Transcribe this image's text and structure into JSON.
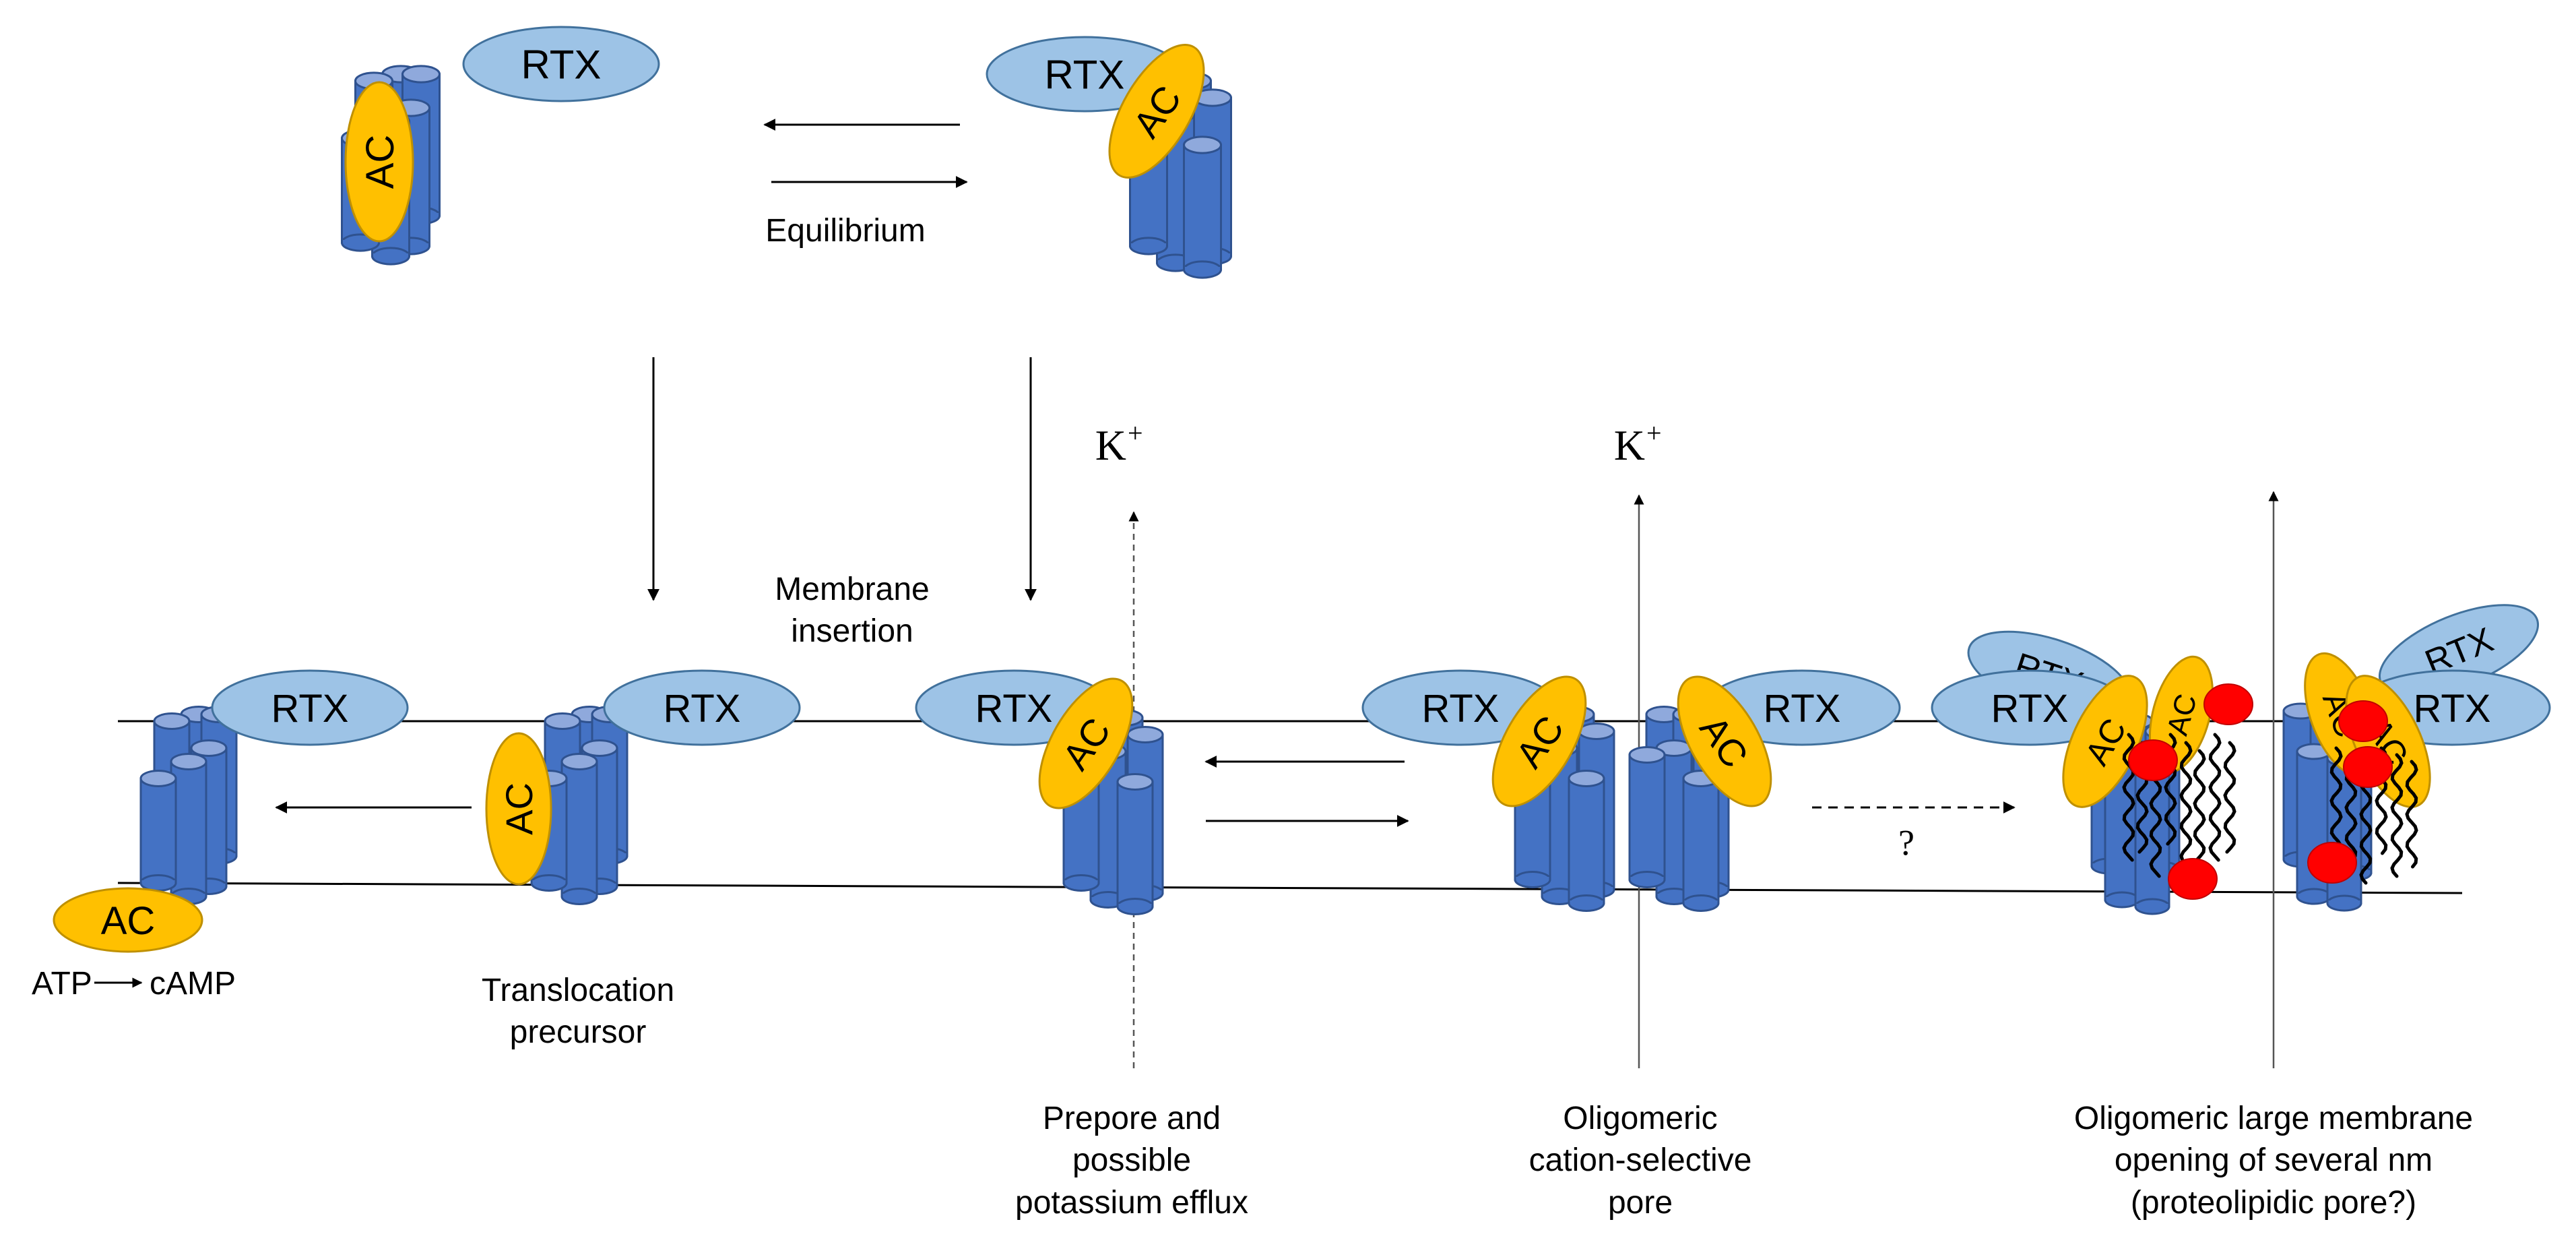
{
  "colors": {
    "helix_fill": "#4472c4",
    "helix_top": "#8fa9dc",
    "helix_stroke": "#2f528f",
    "rtx_fill": "#9dc3e6",
    "rtx_stroke": "#41719c",
    "ac_fill": "#ffc000",
    "ac_stroke": "#bf9000",
    "lipid_red": "#ff0000",
    "line": "#000000",
    "axis_line": "#555555"
  },
  "domains": {
    "rtx": "RTX",
    "ac": "AC"
  },
  "labels": {
    "equilibrium": "Equilibrium",
    "membrane_insertion_1": "Membrane",
    "membrane_insertion_2": "insertion",
    "potassium_1": "K",
    "potassium_1_sup": "+",
    "potassium_2": "K",
    "potassium_2_sup": "+",
    "atp": "ATP",
    "camp": "cAMP",
    "question": "?",
    "translocation_1": "Translocation",
    "translocation_2": "precursor",
    "prepore_1": "Prepore and",
    "prepore_2": "possible",
    "prepore_3": "potassium efflux",
    "oligomeric_pore_1": "Oligomeric",
    "oligomeric_pore_2": "cation-selective",
    "oligomeric_pore_3": "pore",
    "large_opening_1": "Oligomeric large membrane",
    "large_opening_2": "opening of several nm",
    "large_opening_3": "(proteolipidic pore?)"
  }
}
